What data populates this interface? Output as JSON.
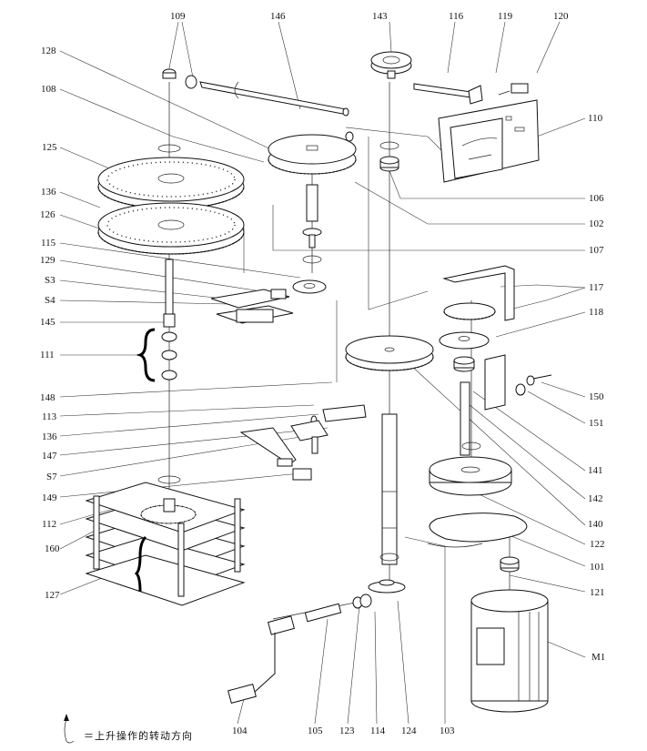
{
  "diagram": {
    "type": "exploded-view mechanical drawing",
    "labels": [
      {
        "id": "109",
        "text": "109"
      },
      {
        "id": "146",
        "text": "146"
      },
      {
        "id": "143",
        "text": "143"
      },
      {
        "id": "116",
        "text": "116"
      },
      {
        "id": "119",
        "text": "119"
      },
      {
        "id": "120",
        "text": "120"
      },
      {
        "id": "128",
        "text": "128"
      },
      {
        "id": "108",
        "text": "108"
      },
      {
        "id": "110",
        "text": "110"
      },
      {
        "id": "125",
        "text": "125"
      },
      {
        "id": "136a",
        "text": "136"
      },
      {
        "id": "126",
        "text": "126"
      },
      {
        "id": "106",
        "text": "106"
      },
      {
        "id": "102",
        "text": "102"
      },
      {
        "id": "107",
        "text": "107"
      },
      {
        "id": "115",
        "text": "115"
      },
      {
        "id": "129",
        "text": "129"
      },
      {
        "id": "S3",
        "text": "S3"
      },
      {
        "id": "S4",
        "text": "S4"
      },
      {
        "id": "145",
        "text": "145"
      },
      {
        "id": "111",
        "text": "111"
      },
      {
        "id": "117",
        "text": "117"
      },
      {
        "id": "118",
        "text": "118"
      },
      {
        "id": "148",
        "text": "148"
      },
      {
        "id": "113",
        "text": "113"
      },
      {
        "id": "136b",
        "text": "136"
      },
      {
        "id": "147",
        "text": "147"
      },
      {
        "id": "S7",
        "text": "S7"
      },
      {
        "id": "149",
        "text": "149"
      },
      {
        "id": "150",
        "text": "150"
      },
      {
        "id": "151",
        "text": "151"
      },
      {
        "id": "141",
        "text": "141"
      },
      {
        "id": "142",
        "text": "142"
      },
      {
        "id": "140",
        "text": "140"
      },
      {
        "id": "122",
        "text": "122"
      },
      {
        "id": "101",
        "text": "101"
      },
      {
        "id": "121",
        "text": "121"
      },
      {
        "id": "112",
        "text": "112"
      },
      {
        "id": "160",
        "text": "160"
      },
      {
        "id": "127",
        "text": "127"
      },
      {
        "id": "M1",
        "text": "M1"
      },
      {
        "id": "104",
        "text": "104"
      },
      {
        "id": "105",
        "text": "105"
      },
      {
        "id": "123",
        "text": "123"
      },
      {
        "id": "114",
        "text": "114"
      },
      {
        "id": "124",
        "text": "124"
      },
      {
        "id": "103",
        "text": "103"
      }
    ],
    "legend": {
      "icon": "rotation-arrow-icon",
      "text": "＝上升操作的转动方向"
    }
  }
}
